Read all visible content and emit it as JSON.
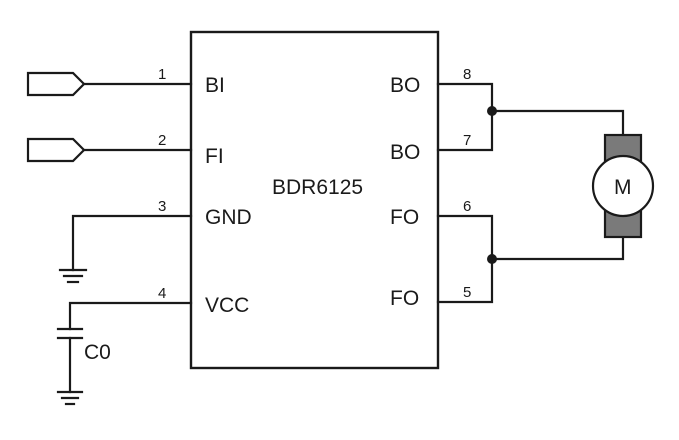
{
  "chip": {
    "name": "BDR6125"
  },
  "pins": {
    "left": [
      {
        "number": "1",
        "label": "BI"
      },
      {
        "number": "2",
        "label": "FI"
      },
      {
        "number": "3",
        "label": "GND"
      },
      {
        "number": "4",
        "label": "VCC"
      }
    ],
    "right": [
      {
        "number": "8",
        "label": "BO"
      },
      {
        "number": "7",
        "label": "BO"
      },
      {
        "number": "6",
        "label": "FO"
      },
      {
        "number": "5",
        "label": "FO"
      }
    ]
  },
  "capacitor": {
    "label": "C0"
  },
  "motor": {
    "label": "M"
  }
}
